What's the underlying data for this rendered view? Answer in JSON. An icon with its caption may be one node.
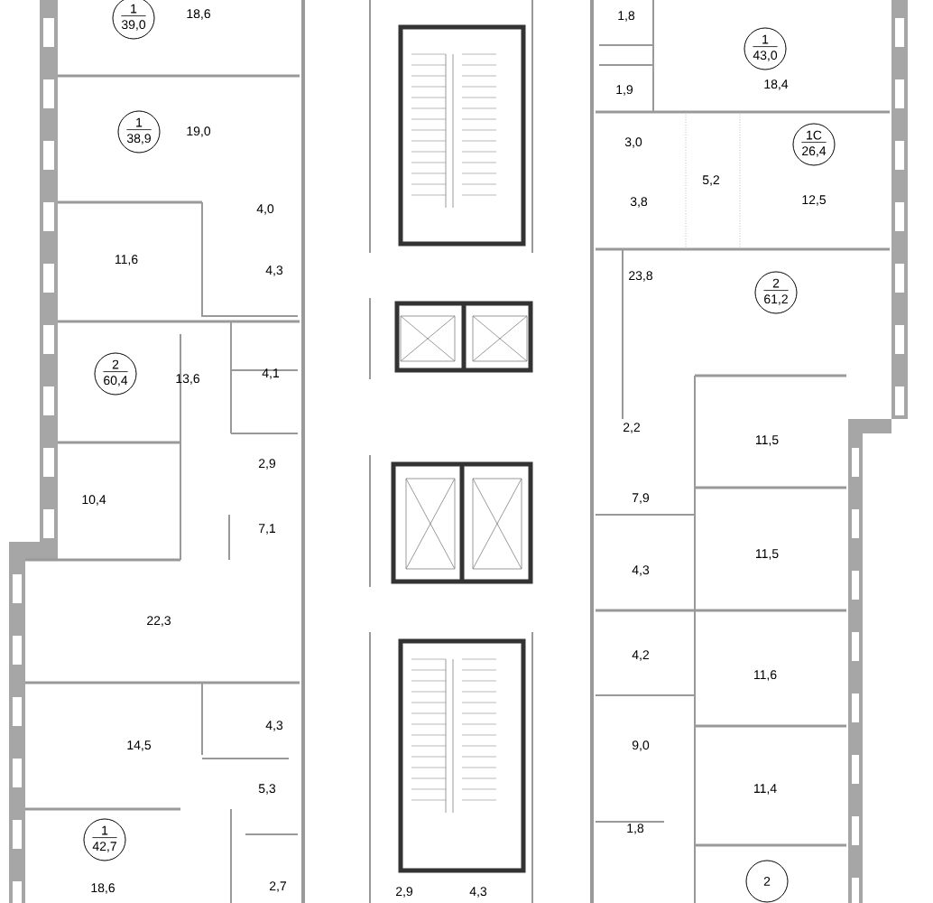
{
  "diagram": {
    "nodes": [
      {
        "text": [
          "1",
          "39,0"
        ]
      },
      {
        "text": [
          "1",
          "38,9"
        ]
      },
      {
        "text": [
          "2",
          "60,4"
        ]
      },
      {
        "text": [
          "1",
          "42,7"
        ]
      },
      {
        "text": [
          "1",
          "43,0"
        ]
      },
      {
        "text": [
          "1С",
          "26,4"
        ]
      },
      {
        "text": [
          "2",
          "61,2"
        ]
      },
      {
        "text": [
          "2"
        ]
      }
    ],
    "labels": [
      "18,6",
      "19,0",
      "4,0",
      "11,6",
      "4,3",
      "13,6",
      "4,1",
      "2,9",
      "10,4",
      "7,1",
      "22,3",
      "14,5",
      "4,3",
      "5,3",
      "18,6",
      "2,7",
      "2,9",
      "4,3",
      "1,8",
      "18,4",
      "1,9",
      "3,0",
      "5,2",
      "3,8",
      "12,5",
      "23,8",
      "2,2",
      "11,5",
      "7,9",
      "11,5",
      "4,3",
      "4,2",
      "11,6",
      "9,0",
      "11,4",
      "1,8"
    ]
  }
}
